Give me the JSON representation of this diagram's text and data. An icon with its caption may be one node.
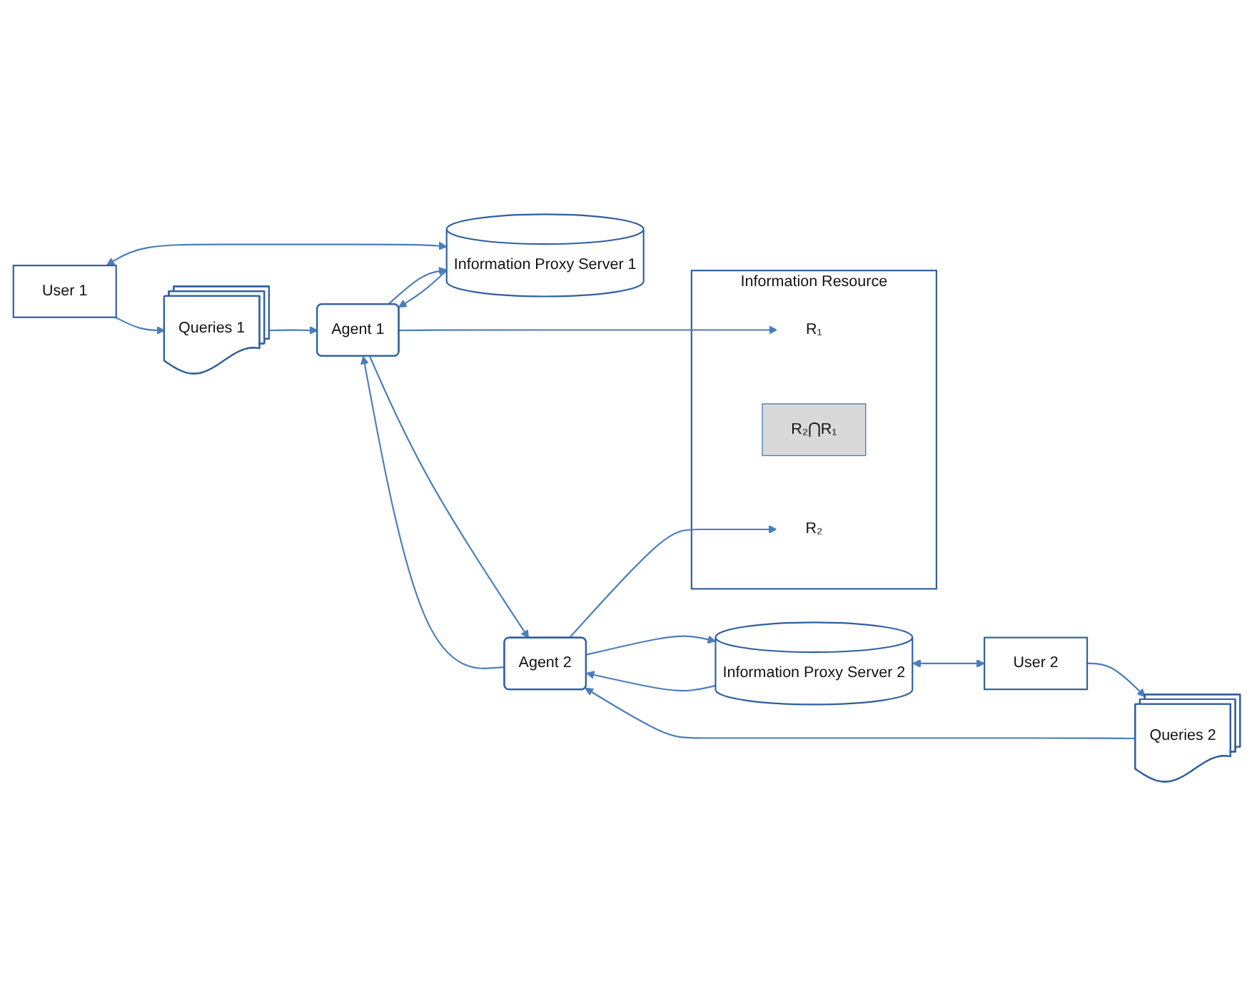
{
  "diagram": {
    "nodes": [
      {
        "text": [
          "User 1"
        ]
      },
      {
        "text": [
          "Queries 1"
        ]
      },
      {
        "text": [
          "Information Resource"
        ]
      },
      {
        "text": [
          "Information Proxy Server 1"
        ]
      },
      {
        "text": [
          "Agent 1"
        ]
      },
      {
        "text": [
          "R₁"
        ],
        "in": 2
      },
      {
        "text": [
          "R₂⋂R₁"
        ],
        "in": 2
      },
      {
        "text": [
          "Agent 2"
        ]
      },
      {
        "text": [
          "Information Proxy Server 2"
        ]
      },
      {
        "text": [
          "R₂"
        ],
        "in": 2
      },
      {
        "text": [
          "Queries 2"
        ]
      },
      {
        "text": [
          "User 2"
        ]
      }
    ],
    "edges": [
      {
        "from": 0,
        "to": 1,
        "arrow": "to"
      },
      {
        "from": 0,
        "to": 3,
        "arrow": "both"
      },
      {
        "from": 1,
        "to": 4,
        "arrow": "to"
      },
      {
        "from": 4,
        "to": 3,
        "arrow": "to"
      },
      {
        "from": 3,
        "to": 4,
        "arrow": "to"
      },
      {
        "from": 4,
        "to": 5,
        "arrow": "to"
      },
      {
        "from": 4,
        "to": 7,
        "arrow": "to"
      },
      {
        "from": 7,
        "to": 4,
        "arrow": "to"
      },
      {
        "from": 7,
        "to": 8,
        "arrow": "to"
      },
      {
        "from": 8,
        "to": 7,
        "arrow": "to"
      },
      {
        "from": 7,
        "to": 9,
        "arrow": "to"
      },
      {
        "from": 8,
        "to": 11,
        "arrow": "both"
      },
      {
        "from": 11,
        "to": 10,
        "arrow": "to"
      },
      {
        "from": 10,
        "to": 7,
        "arrow": "to"
      }
    ]
  }
}
